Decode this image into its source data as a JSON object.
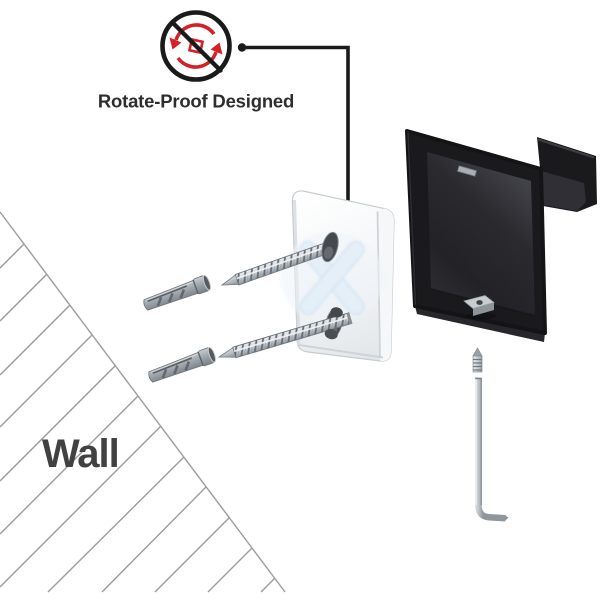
{
  "caption": {
    "label": "Rotate-Proof Designed"
  },
  "wall": {
    "label": "Wall"
  },
  "icon": {
    "name": "no-rotate-icon"
  },
  "objects": [
    "no-rotate-icon",
    "callout-line",
    "mounting-plate",
    "wall-anchor-top",
    "wall-anchor-bottom",
    "screw-top",
    "screw-bottom",
    "square-robe-hook",
    "set-screw",
    "allen-key",
    "hatched-wall"
  ],
  "counts": {
    "screws": 2,
    "anchors": 2
  },
  "colors": {
    "accent_red": "#d42127",
    "ink_black": "#1a1a1a",
    "text_dark": "#2e2e2e",
    "wall_text": "#414141",
    "hatch_gray": "#9c9c9c",
    "product_black": "#1a1a1d",
    "plate_white": "#fdfdfe",
    "emboss_blue": "#e4eff9",
    "metal_silver": "#d7dbdf",
    "anchor_gray": "#9aa1a8"
  }
}
